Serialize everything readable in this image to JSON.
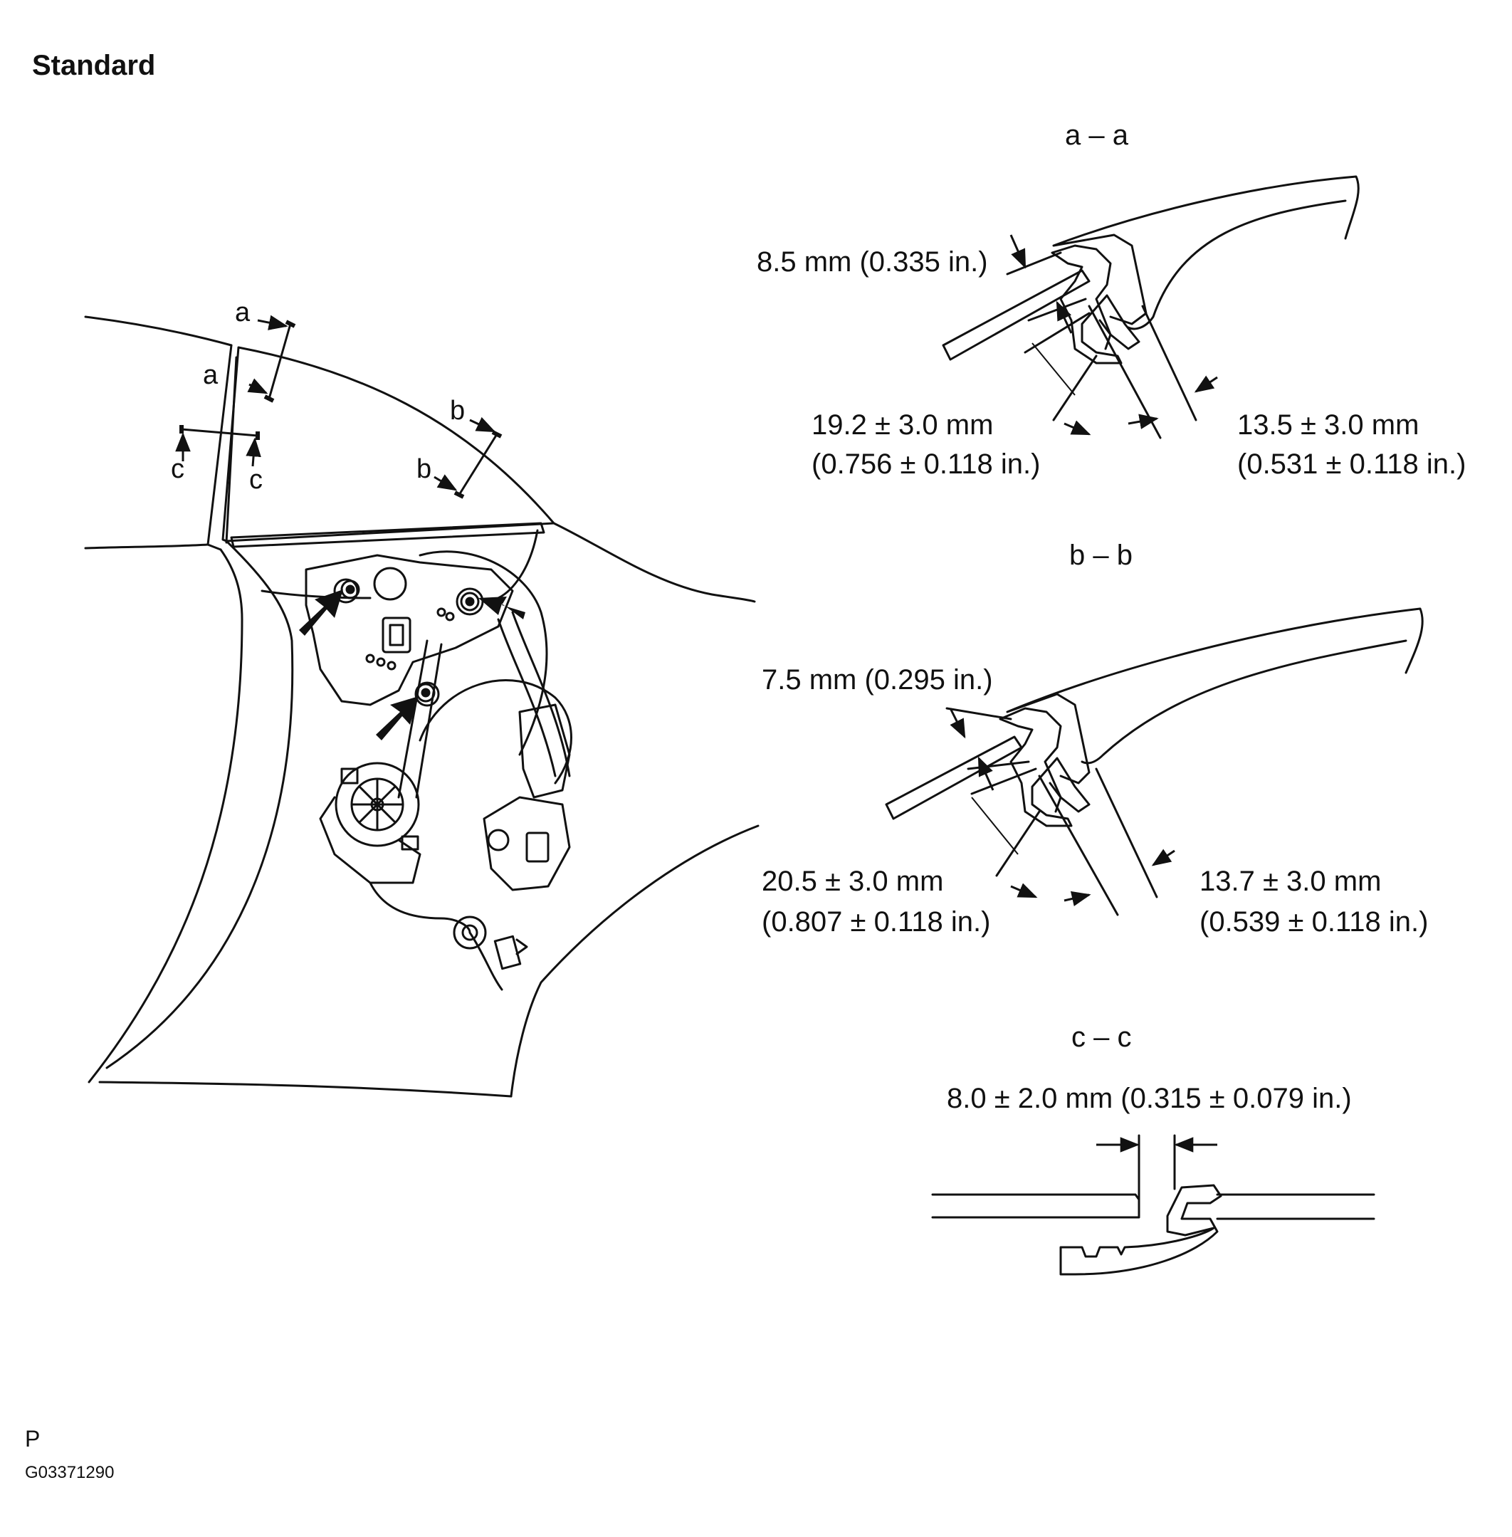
{
  "header": {
    "title": "Standard"
  },
  "footer": {
    "code": "P",
    "figure_id": "G03371290"
  },
  "overview": {
    "marks": {
      "a": "a",
      "b": "b",
      "c": "c"
    }
  },
  "sections": {
    "aa": {
      "title": "a – a",
      "dim_gap": "8.5 mm (0.335 in.)",
      "dim_left_1": "19.2 ± 3.0 mm",
      "dim_left_2": "(0.756 ± 0.118 in.)",
      "dim_right_1": "13.5 ± 3.0 mm",
      "dim_right_2": "(0.531 ± 0.118 in.)"
    },
    "bb": {
      "title": "b – b",
      "dim_gap": "7.5 mm (0.295 in.)",
      "dim_left_1": "20.5 ± 3.0 mm",
      "dim_left_2": "(0.807 ± 0.118 in.)",
      "dim_right_1": "13.7 ± 3.0 mm",
      "dim_right_2": "(0.539 ± 0.118 in.)"
    },
    "cc": {
      "title": "c – c",
      "dim": "8.0 ± 2.0 mm (0.315 ± 0.079 in.)"
    }
  },
  "colors": {
    "ink": "#111111",
    "paper": "#ffffff"
  }
}
